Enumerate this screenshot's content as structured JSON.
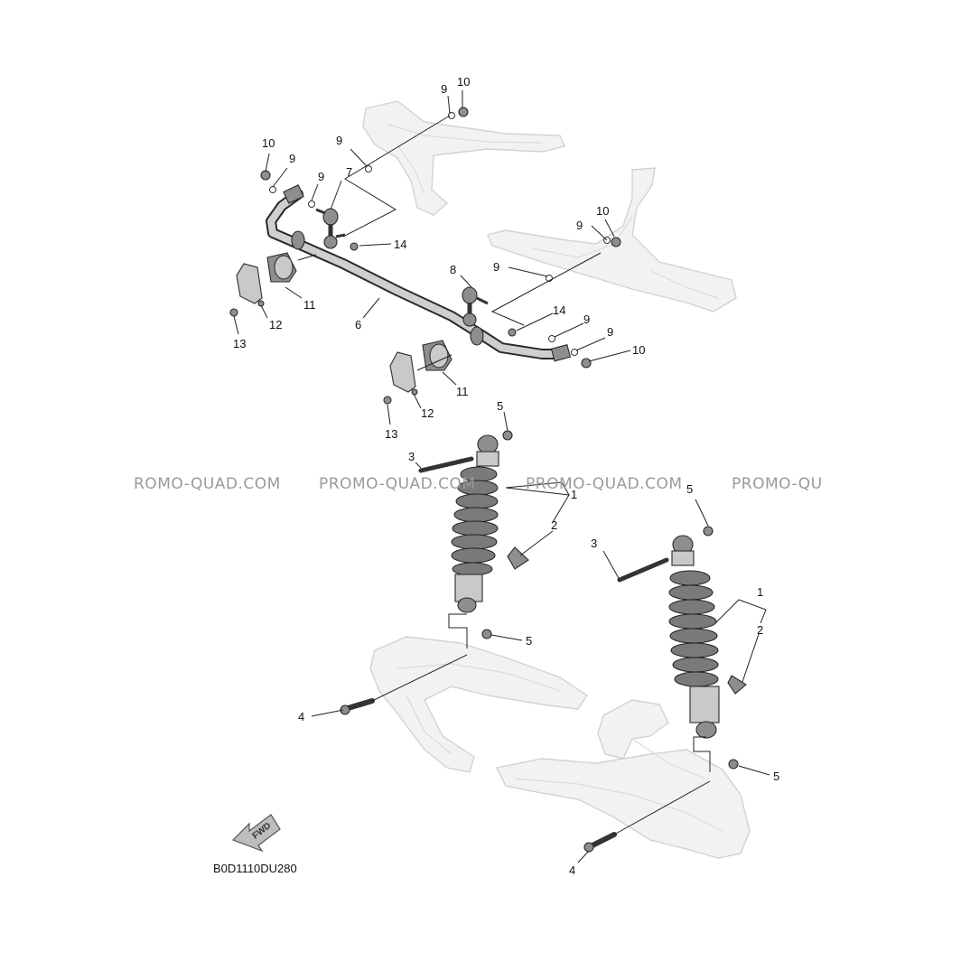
{
  "diagram_code": "B0D1110DU280",
  "watermark": [
    "ROMO-QUAD.COM",
    "PROMO-QUAD.COM",
    "PROMO-QUAD.COM",
    "PROMO-QU"
  ],
  "fwd_label": "FWD",
  "callouts": {
    "c1a": "1",
    "c1b": "1",
    "c2a": "2",
    "c2b": "2",
    "c3a": "3",
    "c3b": "3",
    "c4a": "4",
    "c4b": "4",
    "c5a": "5",
    "c5b": "5",
    "c5c": "5",
    "c5d": "5",
    "c6": "6",
    "c7": "7",
    "c8": "8",
    "c9a": "9",
    "c9b": "9",
    "c9c": "9",
    "c9d": "9",
    "c9e": "9",
    "c9f": "9",
    "c9g": "9",
    "c9h": "9",
    "c10a": "10",
    "c10b": "10",
    "c10c": "10",
    "c10d": "10",
    "c11a": "11",
    "c11b": "11",
    "c12a": "12",
    "c12b": "12",
    "c13a": "13",
    "c13b": "13",
    "c14a": "14",
    "c14b": "14"
  }
}
